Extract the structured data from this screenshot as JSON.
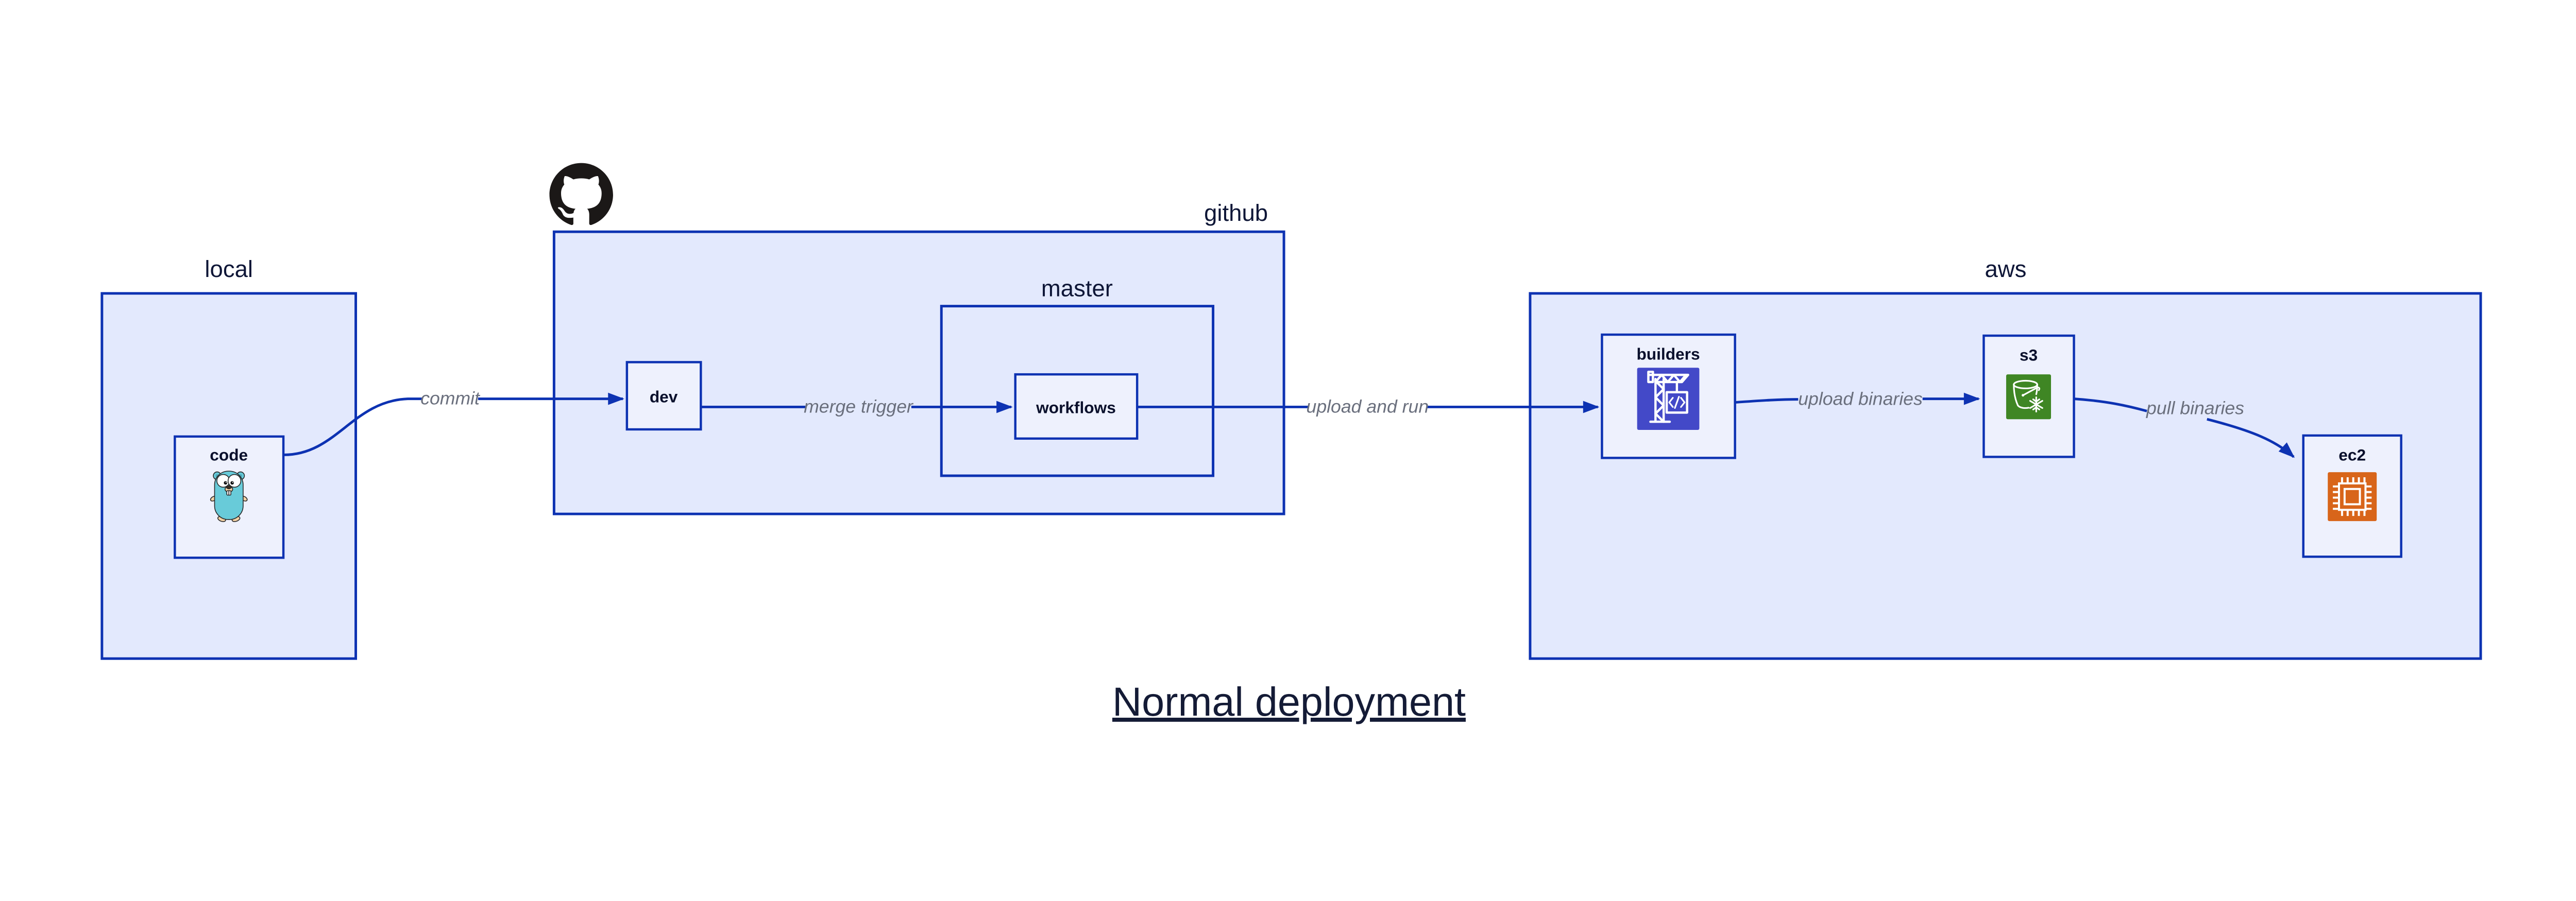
{
  "title": {
    "text": "Normal deployment"
  },
  "containers": {
    "local": "local",
    "github": "github",
    "master": "master",
    "aws": "aws"
  },
  "nodes": {
    "code": "code",
    "dev": "dev",
    "workflows": "workflows",
    "builders": "builders",
    "s3": "s3",
    "ec2": "ec2"
  },
  "edges": {
    "commit": "commit",
    "merge_trigger": "merge trigger",
    "upload_and_run": "upload and run",
    "upload_binaries": "upload binaries",
    "pull_binaries": "pull binaries"
  },
  "icons": {
    "github": "github-octocat-icon",
    "code": "go-gopher-icon",
    "builders": "codebuild-crane-icon",
    "s3": "s3-glacier-bucket-icon",
    "ec2": "ec2-chip-icon"
  },
  "colors": {
    "container_fill": "#E3E9FD",
    "node_fill": "#EEF1FD",
    "stroke_blue": "#0D32B2",
    "edge_label_gray": "#6A6F7D",
    "text_navy": "#0E1637",
    "codebuild_icon_bg": "#4349C8",
    "s3_icon_bg": "#3F8624",
    "ec2_icon_bg": "#D8651A",
    "gopher_body": "#68CBD9",
    "octocat_black": "#1B1817"
  }
}
